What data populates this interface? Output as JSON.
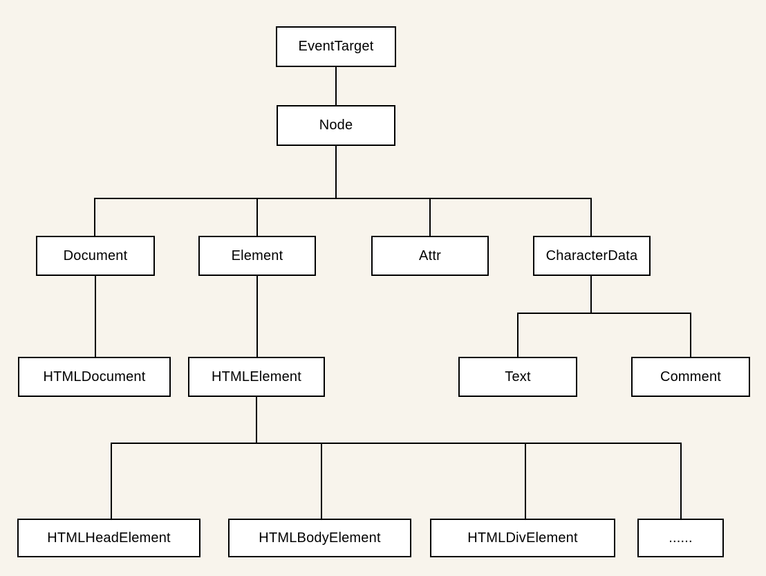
{
  "diagram": {
    "type": "tree-hierarchy",
    "background_color": "#f8f4ec",
    "box_fill_color": "#ffffff",
    "box_border_color": "#000000",
    "line_color": "#000000",
    "text_color": "#000000",
    "nodes": [
      {
        "id": "event-target",
        "label": "EventTarget"
      },
      {
        "id": "node",
        "label": "Node"
      },
      {
        "id": "document",
        "label": "Document"
      },
      {
        "id": "element",
        "label": "Element"
      },
      {
        "id": "attr",
        "label": "Attr"
      },
      {
        "id": "character-data",
        "label": "CharacterData"
      },
      {
        "id": "html-document",
        "label": "HTMLDocument"
      },
      {
        "id": "html-element",
        "label": "HTMLElement"
      },
      {
        "id": "text",
        "label": "Text"
      },
      {
        "id": "comment",
        "label": "Comment"
      },
      {
        "id": "html-head-element",
        "label": "HTMLHeadElement"
      },
      {
        "id": "html-body-element",
        "label": "HTMLBodyElement"
      },
      {
        "id": "html-div-element",
        "label": "HTMLDivElement"
      },
      {
        "id": "ellipsis",
        "label": "......"
      }
    ],
    "edges": [
      {
        "parent": "EventTarget",
        "child": "Node"
      },
      {
        "parent": "Node",
        "child": "Document"
      },
      {
        "parent": "Node",
        "child": "Element"
      },
      {
        "parent": "Node",
        "child": "Attr"
      },
      {
        "parent": "Node",
        "child": "CharacterData"
      },
      {
        "parent": "Document",
        "child": "HTMLDocument"
      },
      {
        "parent": "Element",
        "child": "HTMLElement"
      },
      {
        "parent": "CharacterData",
        "child": "Text"
      },
      {
        "parent": "CharacterData",
        "child": "Comment"
      },
      {
        "parent": "HTMLElement",
        "child": "HTMLHeadElement"
      },
      {
        "parent": "HTMLElement",
        "child": "HTMLBodyElement"
      },
      {
        "parent": "HTMLElement",
        "child": "HTMLDivElement"
      },
      {
        "parent": "HTMLElement",
        "child": "......"
      }
    ]
  }
}
